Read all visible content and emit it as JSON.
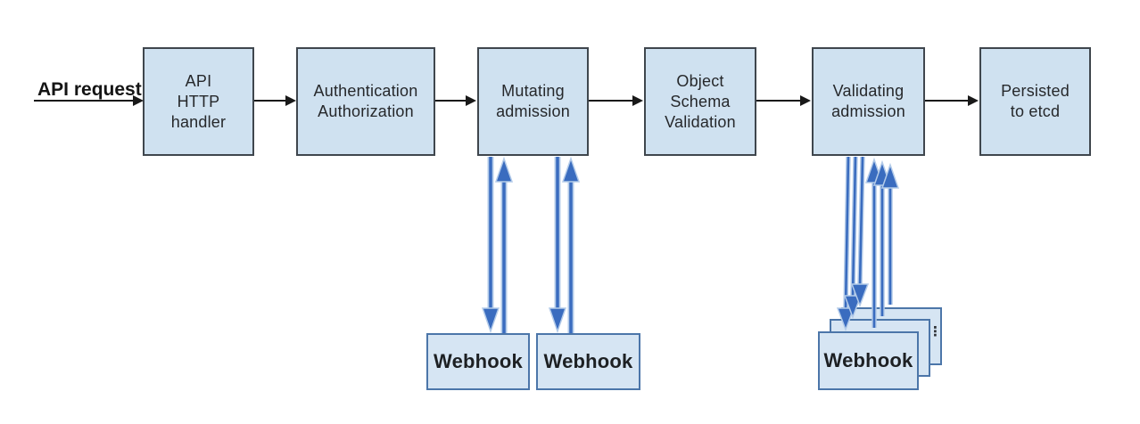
{
  "flow_label": {
    "text": "API request"
  },
  "nodes": [
    {
      "id": "api-http-handler",
      "label": "API\nHTTP\nhandler"
    },
    {
      "id": "authentication-authorization",
      "label": "Authentication\nAuthorization"
    },
    {
      "id": "mutating-admission",
      "label": "Mutating\nadmission"
    },
    {
      "id": "object-schema-validation",
      "label": "Object\nSchema\nValidation"
    },
    {
      "id": "validating-admission",
      "label": "Validating\nadmission"
    },
    {
      "id": "persisted-to-etcd",
      "label": "Persisted\nto etcd"
    }
  ],
  "webhooks": {
    "mutating": [
      {
        "label": "Webhook"
      },
      {
        "label": "Webhook"
      }
    ],
    "validating": {
      "front_label": "Webhook",
      "more_indicator": "⋮"
    }
  },
  "colors": {
    "node_fill": "#cfe1f0",
    "node_border": "#3f464d",
    "webhook_fill": "#d6e5f3",
    "webhook_border": "#4c76a9",
    "arrow_blue": "#3a6cbf",
    "arrow_blue_halo": "#b3cbe9",
    "arrow_black": "#191919",
    "background": "#ffffff"
  }
}
